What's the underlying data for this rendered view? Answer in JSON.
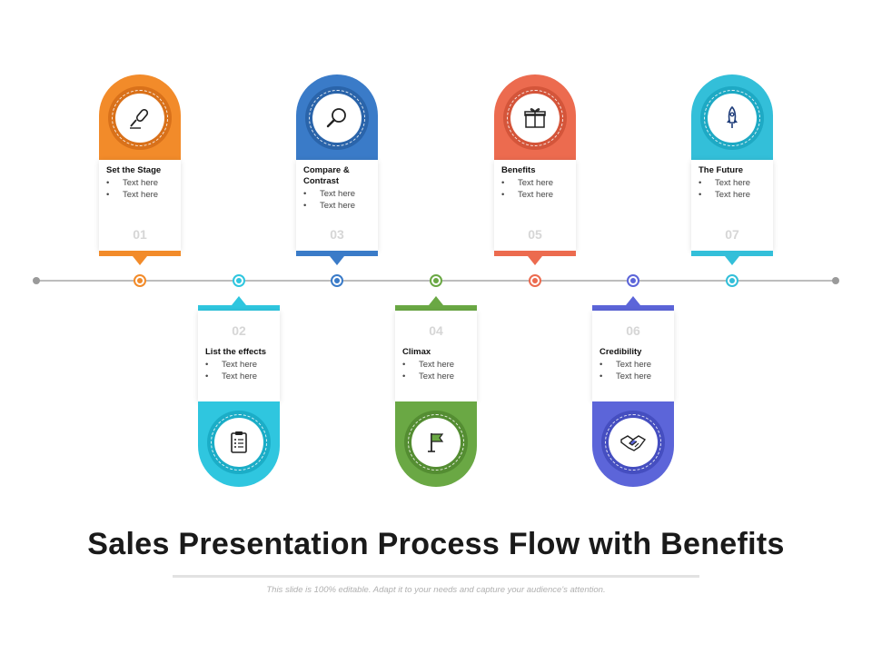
{
  "slide": {
    "title": "Sales Presentation Process Flow with Benefits",
    "subtitle": "This slide is 100% editable. Adapt it to your needs and capture your audience's attention."
  },
  "colors": {
    "orange": "#f28b2a",
    "blue": "#3a7bc8",
    "coral": "#ec6b4f",
    "sky": "#33bfd9",
    "cyan": "#2fc6df",
    "green": "#6aa844",
    "indigo": "#5c65d9",
    "line": "#bdbdbd"
  },
  "steps": [
    {
      "number": "01",
      "title": "Set the Stage",
      "bullets": [
        "Text here",
        "Text here"
      ],
      "icon": "microphone-icon",
      "color": "#f28b2a"
    },
    {
      "number": "02",
      "title": "List the effects",
      "bullets": [
        "Text here",
        "Text here"
      ],
      "icon": "clipboard-checklist-icon",
      "color": "#2fc6df"
    },
    {
      "number": "03",
      "title": "Compare & Contrast",
      "bullets": [
        "Text here",
        "Text here"
      ],
      "icon": "magnifier-icon",
      "color": "#3a7bc8"
    },
    {
      "number": "04",
      "title": "Climax",
      "bullets": [
        "Text here",
        "Text here"
      ],
      "icon": "flag-icon",
      "color": "#6aa844"
    },
    {
      "number": "05",
      "title": "Benefits",
      "bullets": [
        "Text here",
        "Text here"
      ],
      "icon": "gift-icon",
      "color": "#ec6b4f"
    },
    {
      "number": "06",
      "title": "Credibility",
      "bullets": [
        "Text here",
        "Text here"
      ],
      "icon": "handshake-icon",
      "color": "#5c65d9"
    },
    {
      "number": "07",
      "title": "The Future",
      "bullets": [
        "Text here",
        "Text here"
      ],
      "icon": "rocket-icon",
      "color": "#33bfd9"
    }
  ]
}
